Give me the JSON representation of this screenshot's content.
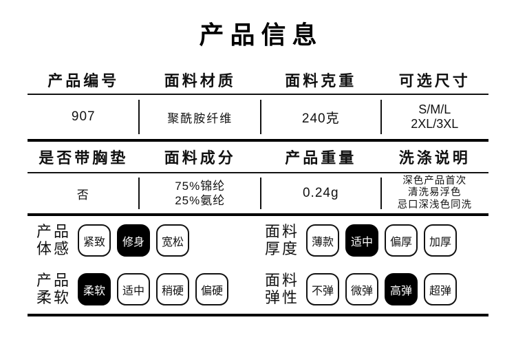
{
  "title": "产品信息",
  "colors": {
    "ink": "#111111",
    "selected_bg": "#000000",
    "selected_text": "#ffffff"
  },
  "table": {
    "rows": [
      {
        "headers": [
          "产品编号",
          "面料材质",
          "面料克重",
          "可选尺寸"
        ],
        "values": [
          "907",
          "聚酰胺纤维",
          "240克",
          "S/M/L\n2XL/3XL"
        ]
      },
      {
        "headers": [
          "是否带胸垫",
          "面料成分",
          "产品重量",
          "洗涤说明"
        ],
        "values": [
          "否",
          "75%锦纶\n25%氨纶",
          "0.24g",
          "深色产品首次\n清洗易浮色\n忌口深浅色同洗"
        ]
      }
    ]
  },
  "attributes": [
    {
      "label_line1": "产品",
      "label_line2": "体感",
      "options": [
        {
          "text": "紧致",
          "selected": false
        },
        {
          "text": "修身",
          "selected": true
        },
        {
          "text": "宽松",
          "selected": false
        }
      ]
    },
    {
      "label_line1": "面料",
      "label_line2": "厚度",
      "options": [
        {
          "text": "薄款",
          "selected": false
        },
        {
          "text": "适中",
          "selected": true
        },
        {
          "text": "偏厚",
          "selected": false
        },
        {
          "text": "加厚",
          "selected": false
        }
      ]
    },
    {
      "label_line1": "产品",
      "label_line2": "柔软",
      "options": [
        {
          "text": "柔软",
          "selected": true
        },
        {
          "text": "适中",
          "selected": false
        },
        {
          "text": "稍硬",
          "selected": false
        },
        {
          "text": "偏硬",
          "selected": false
        }
      ]
    },
    {
      "label_line1": "面料",
      "label_line2": "弹性",
      "options": [
        {
          "text": "不弹",
          "selected": false
        },
        {
          "text": "微弹",
          "selected": false
        },
        {
          "text": "高弹",
          "selected": true
        },
        {
          "text": "超弹",
          "selected": false
        }
      ]
    }
  ]
}
